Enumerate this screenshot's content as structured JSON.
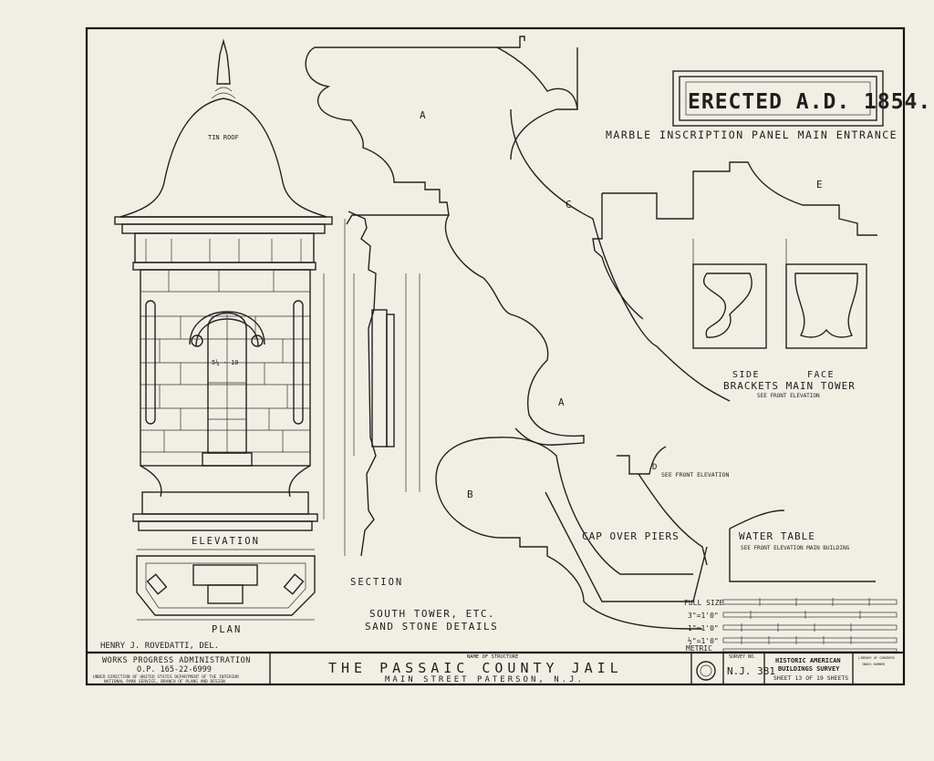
{
  "sheet": {
    "inscription": "ERECTED A.D. 1854.",
    "inscription_caption": "MARBLE INSCRIPTION PANEL MAIN ENTRANCE",
    "tower_roof_note": "TIN ROOF",
    "elevation_label": "ELEVATION",
    "plan_label": "PLAN",
    "section_label": "SECTION",
    "tower_title_1": "SOUTH TOWER, ETC.",
    "tower_title_2": "SAND STONE DETAILS",
    "drafter": "HENRY J. ROVEDATTI, DEL.",
    "profile_labels": {
      "a_upper": "A",
      "a_lower": "A",
      "b": "B",
      "c": "C",
      "d": "D",
      "e": "E"
    },
    "d_note": "SEE FRONT ELEVATION",
    "brackets_side": "SIDE",
    "brackets_face": "FACE",
    "brackets_title": "BRACKETS MAIN TOWER",
    "brackets_note": "SEE FRONT ELEVATION",
    "cap_label": "CAP OVER PIERS",
    "water_table_label": "WATER TABLE",
    "water_table_note": "SEE FRONT ELEVATION MAIN BUILDING",
    "window_dim": "5¼ · 10",
    "scales": [
      "FULL SIZE",
      "3\"=1'0\"",
      "1\"=1'0\"",
      "½\"=1'0\"",
      "METRIC"
    ]
  },
  "title_block": {
    "agency": "WORKS PROGRESS ADMINISTRATION",
    "project": "O.P. 165-22-6999",
    "direction_1": "UNDER DIRECTION OF UNITED STATES DEPARTMENT OF THE INTERIOR",
    "direction_2": "NATIONAL PARK SERVICE, BRANCH OF PLANS AND DESIGN",
    "name_caption": "NAME OF STRUCTURE",
    "structure_name": "THE PASSAIC COUNTY JAIL",
    "location": "MAIN STREET PATERSON, N.J.",
    "survey_caption": "SURVEY NO.",
    "survey_no": "N.J. 381",
    "habs_1": "HISTORIC AMERICAN",
    "habs_2": "BUILDINGS SURVEY",
    "sheet_info": "SHEET 13 OF 19 SHEETS",
    "loc_note_1": "LIBRARY OF CONGRESS",
    "loc_note_2": "INDEX NUMBER"
  }
}
